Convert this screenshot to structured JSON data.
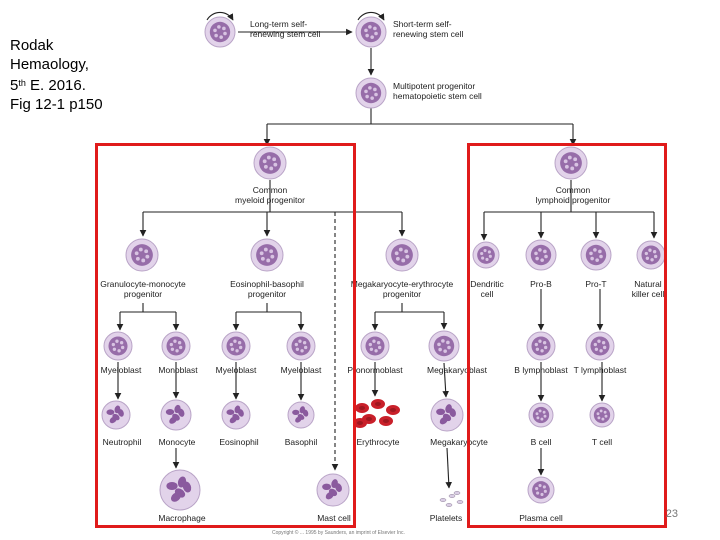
{
  "citation": {
    "line1": "Rodak",
    "line2": "Hemaology,",
    "line3_pre": "5",
    "line3_sup": "th",
    "line3_post": " E. 2016.",
    "line4": "Fig 12-1 p150"
  },
  "labels": {
    "lt_stem": "Long-term self-\nrenewing stem cell",
    "st_stem": "Short-term self-\nrenewing stem cell",
    "mpp": "Multipotent progenitor\nhematopoietic stem cell",
    "cmp": "Common\nmyeloid progenitor",
    "clp": "Common\nlymphoid progenitor",
    "gmp": "Granulocyte-monocyte\nprogenitor",
    "ebp": "Eosinophil-basophil\nprogenitor",
    "mep": "Megakaryocyte-erythrocyte\nprogenitor",
    "dendritic": "Dendritic\ncell",
    "prob": "Pro-B",
    "prot": "Pro-T",
    "nk": "Natural\nkiller cell",
    "myeloblast1": "Myeloblast",
    "monoblast": "Monoblast",
    "myeloblast2": "Myeloblast",
    "myeloblast3": "Myeloblast",
    "pronormoblast": "Pronormoblast",
    "megakaryoblast": "Megakaryoblast",
    "b_lymphoblast": "B lymphoblast",
    "t_lymphoblast": "T lymphoblast",
    "neutrophil": "Neutrophil",
    "monocyte": "Monocyte",
    "eosinophil": "Eosinophil",
    "basophil": "Basophil",
    "erythrocyte": "Erythrocyte",
    "megakaryocyte": "Megakaryocyte",
    "b_cell": "B cell",
    "t_cell": "T cell",
    "macrophage": "Macrophage",
    "mast_cell": "Mast cell",
    "platelets": "Platelets",
    "plasma_cell": "Plasma cell"
  },
  "slide_number": "23",
  "copyright": "Copyright © ... 1995 by Saunders, an imprint of Elsevier Inc.",
  "colors": {
    "highlight": "#e01b1b",
    "cell_body": "#e2d3ea",
    "nucleus": "#8a5a9e",
    "rbc": "#c9202a"
  }
}
